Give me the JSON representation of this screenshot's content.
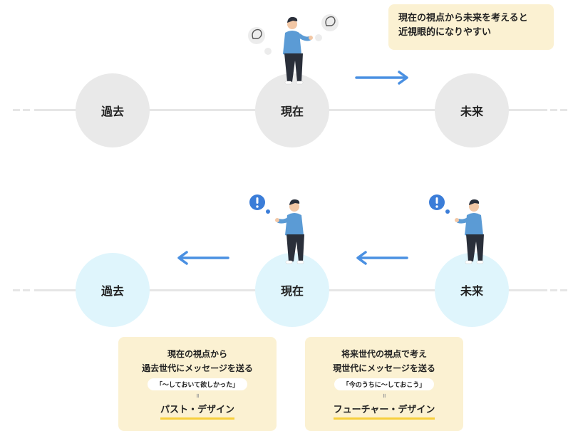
{
  "top_row": {
    "past": "過去",
    "present": "現在",
    "future": "未来",
    "note_line1": "現在の視点から未来を考えると",
    "note_line2": "近視眼的になりやすい"
  },
  "bottom_row": {
    "past": "過去",
    "present": "現在",
    "future": "未来"
  },
  "left_box": {
    "line1": "現在の視点から",
    "line2": "過去世代にメッセージを送る",
    "quote": "「〜しておいて欲しかった」",
    "equals": "॥",
    "design": "パスト・デザイン"
  },
  "right_box": {
    "line1": "将来世代の視点で考え",
    "line2": "現世代にメッセージを送る",
    "quote": "「今のうちに〜しておこう」",
    "equals": "॥",
    "design": "フューチャー・デザイン"
  },
  "colors": {
    "arrow": "#4a90e2",
    "shirt": "#5b9bd5",
    "note_bg": "#fbf1d2",
    "grey_circle": "#e9e9e9",
    "blue_circle": "#dff5fc",
    "underline": "#f7cf3c"
  },
  "icons": [
    "thought-bubble-icon",
    "exclamation-icon",
    "arrow-right-icon",
    "arrow-left-icon"
  ]
}
